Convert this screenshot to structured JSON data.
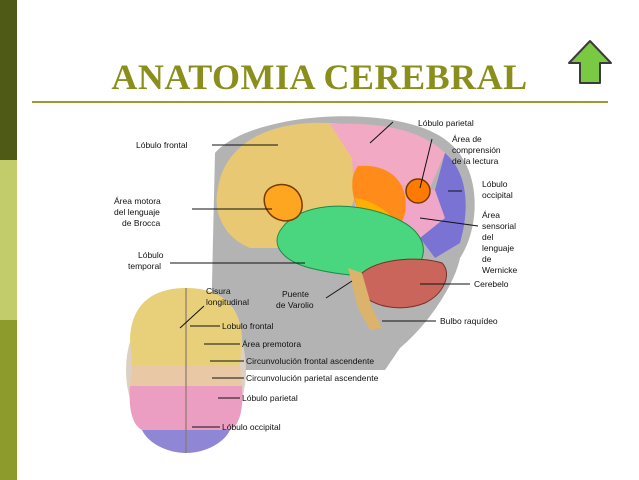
{
  "slide": {
    "title": "ANATOMIA CEREBRAL",
    "nav_icon": "up-arrow-icon",
    "colors": {
      "title": "#8a8f1c",
      "rule": "#9a9d2a",
      "sidebar_dark": "#4f5a17",
      "sidebar_mid": "#8d9a2c",
      "sidebar_light": "#c2cc6a",
      "arrow_fill": "#7ac943",
      "arrow_stroke": "#3b3b3b"
    }
  },
  "lateral_view": {
    "labels": {
      "frontal": "Lóbulo frontal",
      "parietal": "Lóbulo parietal",
      "comprension_1": "Área de",
      "comprension_2": "comprensión",
      "comprension_3": "de la lectura",
      "occipital_1": "Lóbulo",
      "occipital_2": "occipital",
      "wernicke_1": "Área",
      "wernicke_2": "sensorial",
      "wernicke_3": "del",
      "wernicke_4": "lenguaje",
      "wernicke_5": "de",
      "wernicke_6": "Wernicke",
      "broca_1": "Área motora",
      "broca_2": "del lenguaje",
      "broca_3": "de Brocca",
      "temporal_1": "Lóbulo",
      "temporal_2": "temporal",
      "cerebelo": "Cerebelo",
      "puente_1": "Puente",
      "puente_2": "de Varolio",
      "bulbo": "Bulbo raquídeo"
    }
  },
  "top_view": {
    "labels": {
      "cisura_1": "Cisura",
      "cisura_2": "longitudinal",
      "frontal": "Lobulo frontal",
      "premotora": "Área premotora",
      "circ_frontal": "Circunvolución frontal ascendente",
      "circ_parietal": "Circunvolución parietal ascendente",
      "parietal": "Lóbulo parietal",
      "occipital": "Lóbulo occipital"
    }
  }
}
